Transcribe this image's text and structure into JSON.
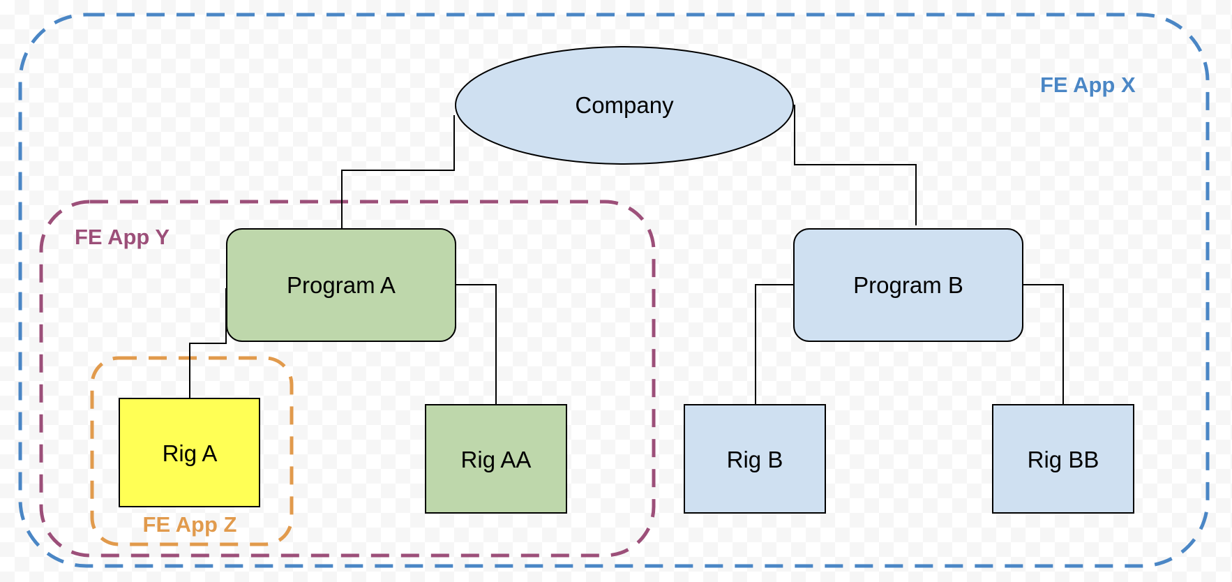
{
  "colors": {
    "app_x": "#4a86c5",
    "app_y": "#9c4f79",
    "app_z": "#e19a4c",
    "blue_fill": "#cfe0f1",
    "green_fill": "#bed7ab",
    "yellow_fill": "#ffff55",
    "line": "#000000"
  },
  "groups": {
    "app_x": {
      "label": "FE App X"
    },
    "app_y": {
      "label": "FE App Y"
    },
    "app_z": {
      "label": "FE App Z"
    }
  },
  "nodes": {
    "company": {
      "label": "Company",
      "shape": "ellipse",
      "fill": "blue"
    },
    "program_a": {
      "label": "Program A",
      "shape": "rounded-rect",
      "fill": "green"
    },
    "program_b": {
      "label": "Program B",
      "shape": "rounded-rect",
      "fill": "blue"
    },
    "rig_a": {
      "label": "Rig A",
      "shape": "rect",
      "fill": "yellow"
    },
    "rig_aa": {
      "label": "Rig AA",
      "shape": "rect",
      "fill": "green"
    },
    "rig_b": {
      "label": "Rig B",
      "shape": "rect",
      "fill": "blue"
    },
    "rig_bb": {
      "label": "Rig BB",
      "shape": "rect",
      "fill": "blue"
    }
  },
  "edges": [
    {
      "from": "company",
      "to": "program_a"
    },
    {
      "from": "company",
      "to": "program_b"
    },
    {
      "from": "program_a",
      "to": "rig_a"
    },
    {
      "from": "program_a",
      "to": "rig_aa"
    },
    {
      "from": "program_b",
      "to": "rig_b"
    },
    {
      "from": "program_b",
      "to": "rig_bb"
    }
  ]
}
